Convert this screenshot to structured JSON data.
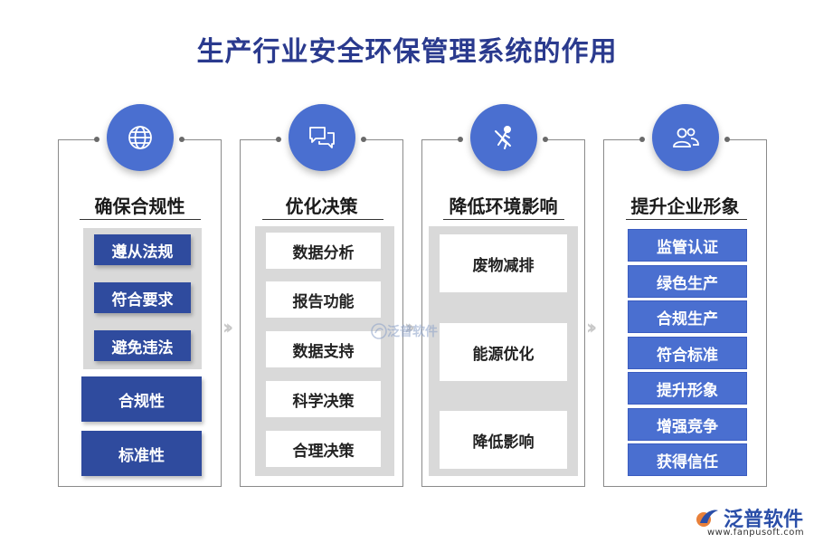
{
  "title": "生产行业安全环保管理系统的作用",
  "columns": [
    {
      "title": "确保合规性",
      "icon": "globe-icon",
      "panel_items": [
        "遵从法规",
        "符合要求",
        "避免违法"
      ],
      "bottom_items": [
        "合规性",
        "标准性"
      ]
    },
    {
      "title": "优化决策",
      "icon": "chat-icon",
      "items": [
        "数据分析",
        "报告功能",
        "数据支持",
        "科学决策",
        "合理决策"
      ]
    },
    {
      "title": "降低环境影响",
      "icon": "worker-icon",
      "items": [
        "废物减排",
        "能源优化",
        "降低影响"
      ]
    },
    {
      "title": "提升企业形象",
      "icon": "users-icon",
      "items": [
        "监管认证",
        "绿色生产",
        "合规生产",
        "符合标准",
        "提升形象",
        "增强竞争",
        "获得信任"
      ]
    }
  ],
  "watermark": "泛普软件",
  "brand": {
    "name": "泛普软件",
    "url": "www.fanpusoft.com"
  },
  "colors": {
    "title": "#2a3a8e",
    "circle": "#4a6fd0",
    "dark_button": "#2f4b9e",
    "blue_button": "#4a6fd0",
    "panel_gray": "#d9d9d9"
  }
}
